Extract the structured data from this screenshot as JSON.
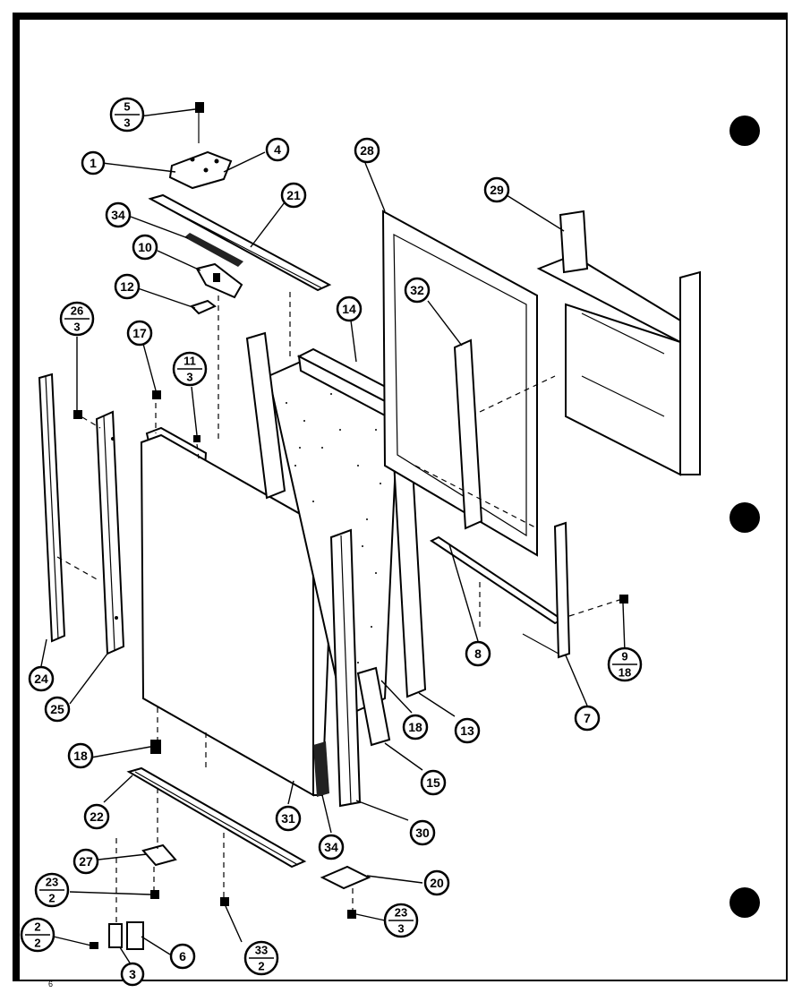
{
  "diagram": {
    "callouts": [
      {
        "id": "c-5-3",
        "top": "5",
        "bottom": "3"
      },
      {
        "id": "c-1",
        "label": "1"
      },
      {
        "id": "c-4",
        "label": "4"
      },
      {
        "id": "c-28-top",
        "label": "28"
      },
      {
        "id": "c-29",
        "label": "29"
      },
      {
        "id": "c-34-top",
        "label": "34"
      },
      {
        "id": "c-21",
        "label": "21"
      },
      {
        "id": "c-10",
        "label": "10"
      },
      {
        "id": "c-12",
        "label": "12"
      },
      {
        "id": "c-14",
        "label": "14"
      },
      {
        "id": "c-32",
        "label": "32"
      },
      {
        "id": "c-26-3",
        "top": "26",
        "bottom": "3"
      },
      {
        "id": "c-17",
        "label": "17"
      },
      {
        "id": "c-11-3",
        "top": "11",
        "bottom": "3"
      },
      {
        "id": "c-8",
        "label": "8"
      },
      {
        "id": "c-9-18",
        "top": "9",
        "bottom": "18"
      },
      {
        "id": "c-24",
        "label": "24"
      },
      {
        "id": "c-25",
        "label": "25"
      },
      {
        "id": "c-18-right",
        "label": "18"
      },
      {
        "id": "c-13",
        "label": "13"
      },
      {
        "id": "c-7",
        "label": "7"
      },
      {
        "id": "c-18-left",
        "label": "18"
      },
      {
        "id": "c-15",
        "label": "15"
      },
      {
        "id": "c-22",
        "label": "22"
      },
      {
        "id": "c-31",
        "label": "31"
      },
      {
        "id": "c-30",
        "label": "30"
      },
      {
        "id": "c-34-bottom",
        "label": "34"
      },
      {
        "id": "c-27",
        "label": "27"
      },
      {
        "id": "c-20",
        "label": "20"
      },
      {
        "id": "c-23-2",
        "top": "23",
        "bottom": "2"
      },
      {
        "id": "c-2-2",
        "top": "2",
        "bottom": "2"
      },
      {
        "id": "c-33-2",
        "top": "33",
        "bottom": "2"
      },
      {
        "id": "c-23-3",
        "top": "23",
        "bottom": "3"
      },
      {
        "id": "c-6",
        "label": "6"
      },
      {
        "id": "c-3",
        "label": "3"
      }
    ],
    "corner_mark": "6"
  }
}
